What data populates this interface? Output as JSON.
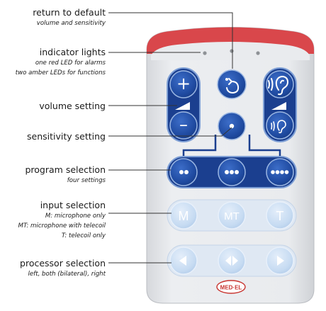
{
  "labels": {
    "return_default": {
      "title": "return to default",
      "sub": [
        "volume and sensitivity"
      ]
    },
    "indicator": {
      "title": "indicator lights",
      "sub": [
        "one red LED for alarms",
        "two amber LEDs for functions"
      ]
    },
    "volume": {
      "title": "volume setting",
      "sub": []
    },
    "sensitivity": {
      "title": "sensitivity setting",
      "sub": []
    },
    "program": {
      "title": "program selection",
      "sub": [
        "four settings"
      ]
    },
    "input": {
      "title": "input selection",
      "sub": [
        "M: microphone only",
        "MT: microphone with telecoil",
        "T: telecoil only"
      ]
    },
    "processor": {
      "title": "processor selection",
      "sub": [
        "left, both (bilateral), right"
      ]
    }
  },
  "buttons": {
    "plus": "+",
    "minus": "–",
    "input_m": "M",
    "input_mt": "MT",
    "input_t": "T"
  },
  "logo": "MED·EL",
  "colors": {
    "active_button": "#1f4aa0",
    "inactive_button": "#c9ddf3",
    "remote_body": "#e6e8ec",
    "accent_stripe": "#d9474b"
  }
}
